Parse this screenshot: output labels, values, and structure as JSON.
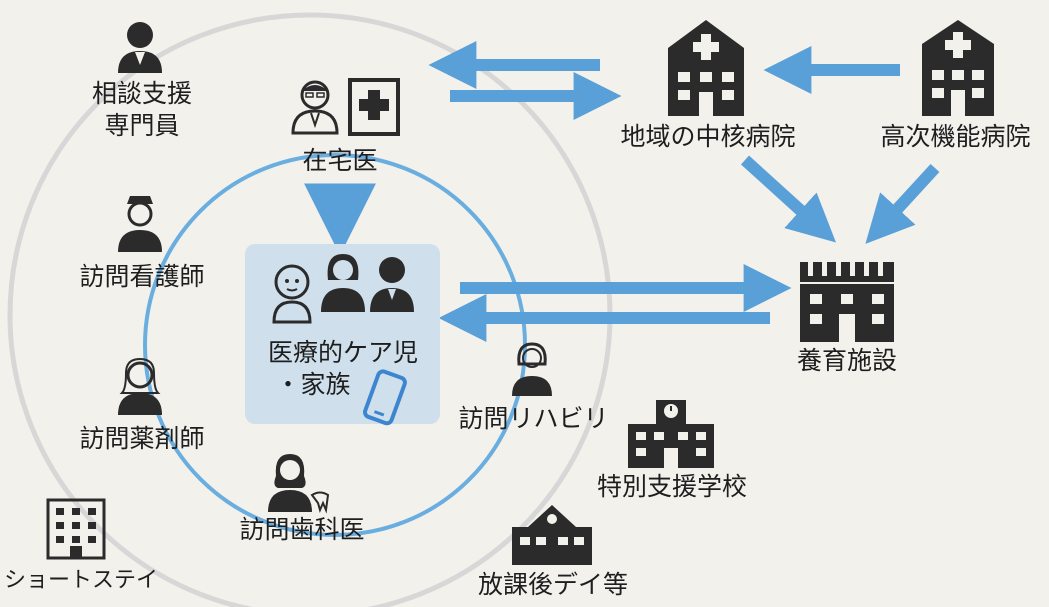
{
  "nodes": {
    "soudan": "相談支援\n専門員",
    "zaitakui": "在宅医",
    "houmon_kango": "訪問看護師",
    "houmon_yakuzai": "訪問薬剤師",
    "short_stay": "ショートステイ",
    "houmon_shika": "訪問歯科医",
    "center_line1": "医療的ケア児",
    "center_line2": "・家族",
    "houmon_rihabiri": "訪問リハビリ",
    "tokubetsu": "特別支援学校",
    "houkago": "放課後デイ等",
    "chiiki_chukaku": "地域の中核病院",
    "koujikinou": "高次機能病院",
    "youiku": "養育施設"
  },
  "colors": {
    "icon": "#2b2b2b",
    "arrow": "#5aa0d8",
    "inner_circle": "#6aaee0",
    "outer_circle": "#d7d7d7",
    "center_box": "#cfe0ec",
    "phone": "#3d86cf"
  }
}
